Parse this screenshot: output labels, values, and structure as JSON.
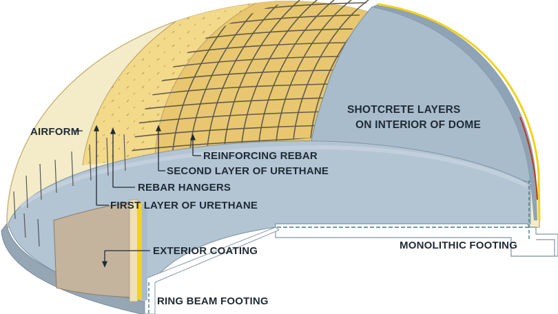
{
  "labels": {
    "airform": "AIRFORM",
    "shotcrete_line1": "SHOTCRETE LAYERS",
    "shotcrete_line2": "ON INTERIOR OF DOME",
    "reinforcing_rebar": "REINFORCING REBAR",
    "second_urethane": "SECOND LAYER OF URETHANE",
    "rebar_hangers": "REBAR HANGERS",
    "first_urethane": "FIRST LAYER OF URETHANE",
    "exterior_coating": "EXTERIOR COATING",
    "monolithic_footing": "MONOLITHIC FOOTING",
    "ring_beam_footing": "RING BEAM FOOTING"
  },
  "colors": {
    "airform": "#f4ecc9",
    "urethane": "#f3d98a",
    "urethane_dots": "#c9a552",
    "rebar": "#5f5a4c",
    "shotcrete": "#a9bccb",
    "shotcrete_dark": "#8ea3b5",
    "floor": "#b3c4d3",
    "concrete_edge": "#95a6b4",
    "exterior_coating": "#c4b49e",
    "yellow_coat": "#f2d21c",
    "red_line": "#c0392b",
    "text": "#1f2a33"
  }
}
